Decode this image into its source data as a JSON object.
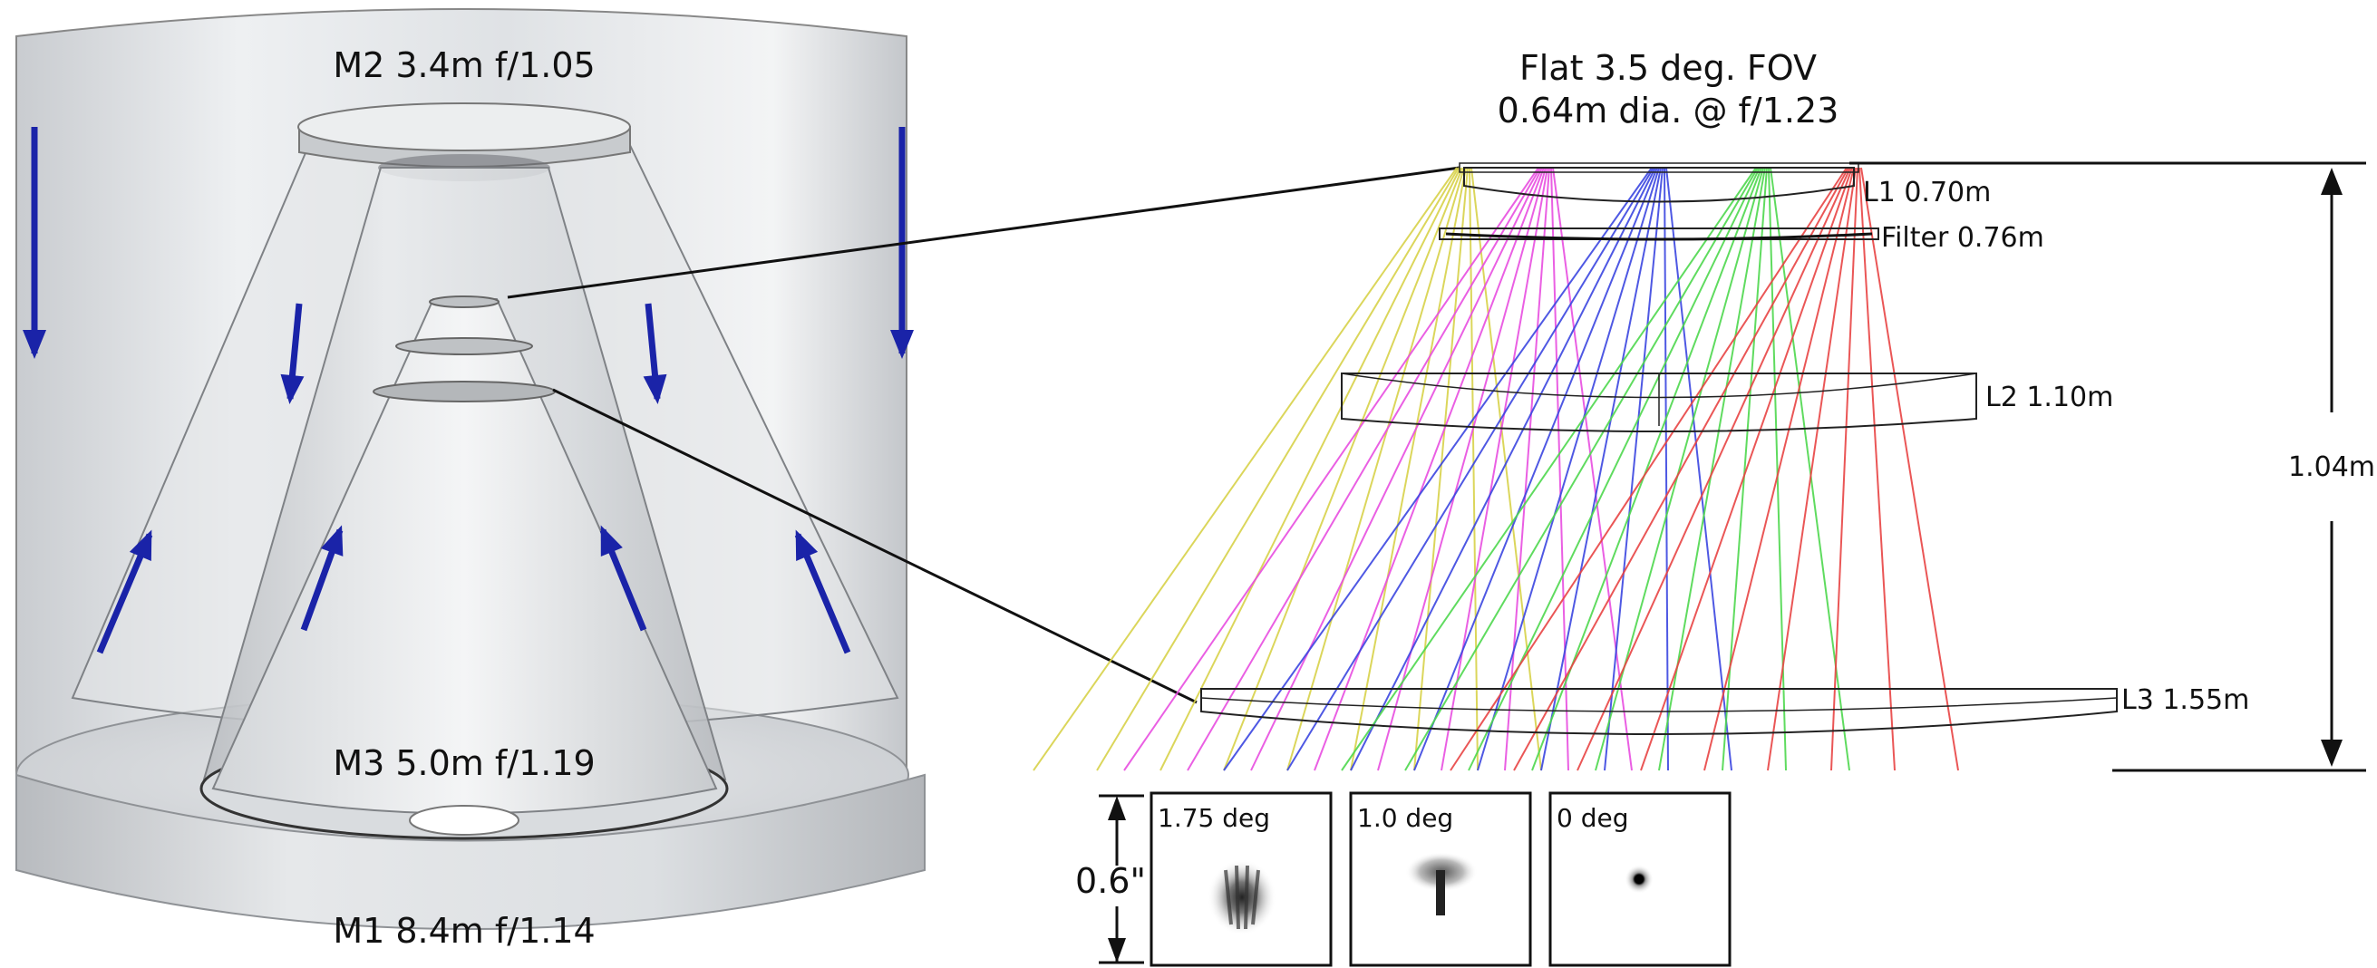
{
  "telescope": {
    "m2_label": "M2 3.4m f/1.05",
    "m3_label": "M3 5.0m f/1.19",
    "m1_label": "M1 8.4m f/1.14",
    "arrow_color": "#1a23a8"
  },
  "camera": {
    "title_line1": "Flat 3.5 deg. FOV",
    "title_line2": "0.64m dia. @ f/1.23",
    "l1_label": "L1 0.70m",
    "filter_label": "Filter 0.76m",
    "l2_label": "L2 1.10m",
    "l3_label": "L3 1.55m",
    "height_label": "1.04m",
    "ray_colors": [
      "#d8d24a",
      "#e84ee0",
      "#3b46e0",
      "#4ed84e",
      "#e84444"
    ]
  },
  "spots": {
    "scale_label": "0.6\"",
    "panels": [
      {
        "label": "1.75 deg"
      },
      {
        "label": "1.0 deg"
      },
      {
        "label": "0 deg"
      }
    ]
  }
}
